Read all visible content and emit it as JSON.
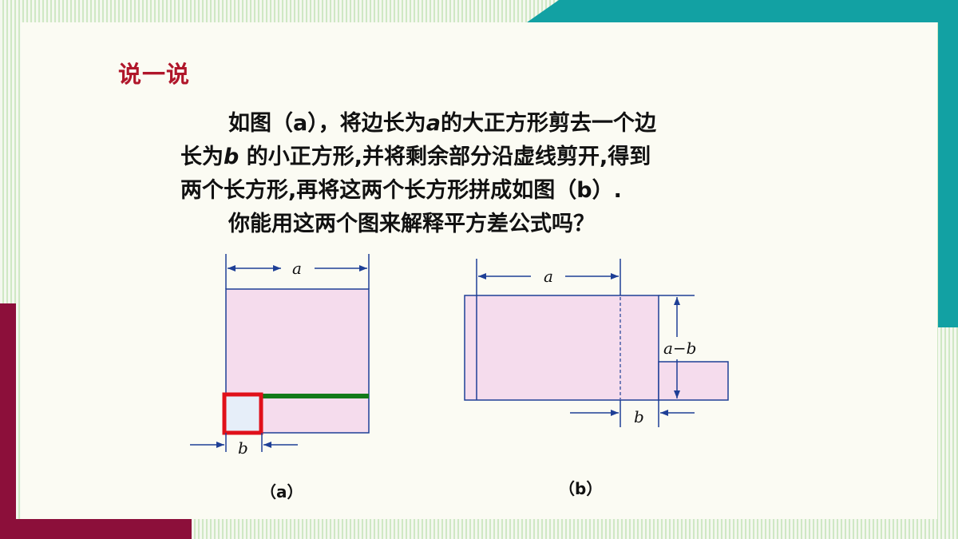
{
  "heading": "说一说",
  "paragraph": {
    "line1_a": "如图（a），将边长为",
    "line1_var": "a",
    "line1_b": "的大正方形剪去一个边",
    "line2_a": "长为",
    "line2_var": "b",
    "line2_b": " 的小正方形,并将剩余部分沿虚线剪开,得到",
    "line3": "两个长方形,再将这两个长方形拼成如图（b）.",
    "question": "你能用这两个图来解释平方差公式吗？"
  },
  "figure_a": {
    "label_top": "a",
    "label_bottom": "b",
    "caption": "（a）"
  },
  "figure_b": {
    "label_top": "a",
    "label_right": "a−b",
    "label_bottom": "b",
    "caption": "（b）"
  },
  "colors": {
    "shape_fill": "#f5dced",
    "line": "#1e3f96",
    "small_square_outline": "#e0101a",
    "small_square_fill": "#e6eef9",
    "cut_line": "#137a1a",
    "heading": "#b0162a",
    "teal_decor": "#12a1a3",
    "maroon_decor": "#8c0f3a"
  }
}
